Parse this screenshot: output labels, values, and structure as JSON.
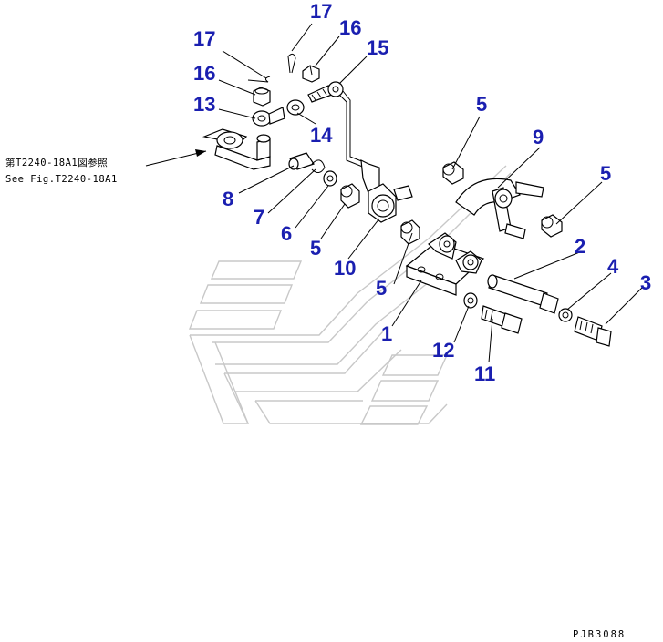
{
  "reference_note": {
    "line_jp": "第T2240-18A1図参照",
    "line_en": "See Fig.T2240-18A1"
  },
  "callouts": [
    {
      "id": "17a",
      "label": "17"
    },
    {
      "id": "17b",
      "label": "17"
    },
    {
      "id": "16a",
      "label": "16"
    },
    {
      "id": "16b",
      "label": "16"
    },
    {
      "id": "15",
      "label": "15"
    },
    {
      "id": "13",
      "label": "13"
    },
    {
      "id": "14",
      "label": "14"
    },
    {
      "id": "8",
      "label": "8"
    },
    {
      "id": "7",
      "label": "7"
    },
    {
      "id": "6",
      "label": "6"
    },
    {
      "id": "5a",
      "label": "5"
    },
    {
      "id": "5b",
      "label": "5"
    },
    {
      "id": "5c",
      "label": "5"
    },
    {
      "id": "5d",
      "label": "5"
    },
    {
      "id": "10",
      "label": "10"
    },
    {
      "id": "9",
      "label": "9"
    },
    {
      "id": "2",
      "label": "2"
    },
    {
      "id": "4",
      "label": "4"
    },
    {
      "id": "3",
      "label": "3"
    },
    {
      "id": "1",
      "label": "1"
    },
    {
      "id": "12",
      "label": "12"
    },
    {
      "id": "11",
      "label": "11"
    }
  ],
  "drawing_code": "PJB3088",
  "colors": {
    "callout": "#1a1fb0",
    "line": "#000000",
    "ghost": "#c8c8c8"
  }
}
